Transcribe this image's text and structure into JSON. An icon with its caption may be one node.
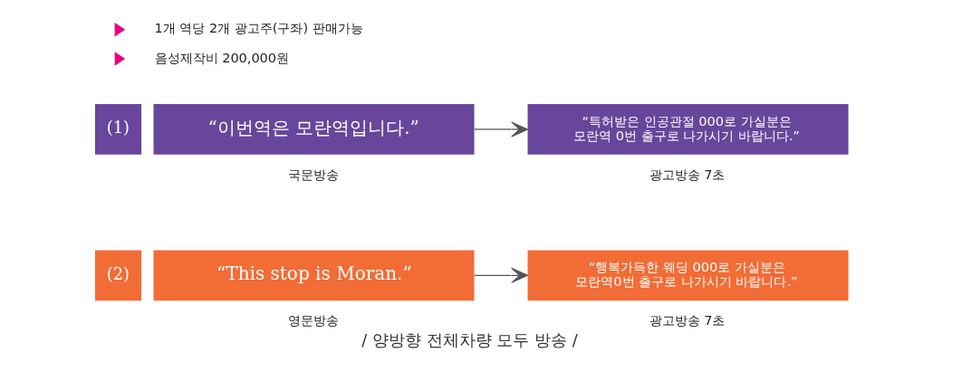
{
  "diagram": {
    "caption": "/ 양방향 전체차량 모두 방송 /",
    "nodes": [
      {
        "text": [
          "(1)"
        ]
      },
      {
        "text": [
          "“이번역은 모란역입니다.”"
        ],
        "beside": [
          "국문방송"
        ]
      },
      {
        "text": [
          "“특허받은 인공관절 000로 가실분은 모란역 0번 출구로 나가시기 바랍니다.”"
        ],
        "beside": [
          "광고방송 7초"
        ]
      },
      {
        "text": [
          "(2)"
        ]
      },
      {
        "text": [
          "“This stop is Moran.”"
        ],
        "beside": [
          "영문방송"
        ]
      },
      {
        "text": [
          "“행복가득한 웨딩 000로 가실분은 모란역0번 출구로 나가시기 바랍니다.”"
        ],
        "beside": [
          "광고방송 7초"
        ]
      }
    ],
    "edges": [
      {
        "from": 1,
        "to": 2,
        "arrow": "to"
      },
      {
        "from": 4,
        "to": 5,
        "arrow": "to"
      }
    ],
    "labels": [
      "1개 역당 2개 광고주(구좌) 판매가능",
      "음성제작비 200,000원"
    ]
  }
}
